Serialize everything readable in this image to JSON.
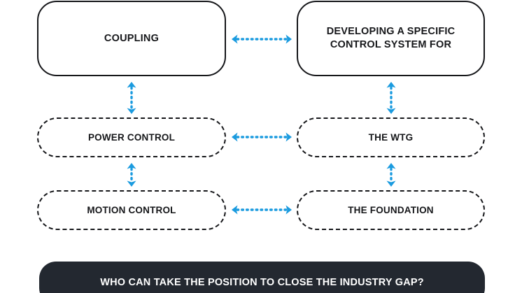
{
  "diagram": {
    "background_color": "#ffffff",
    "accent_color": "#1b9bdf",
    "outline_color": "#16171a",
    "footer_color": "#232830",
    "nodes": {
      "coupling": {
        "label": "COUPLING",
        "style": "solid"
      },
      "developing": {
        "line1": "DEVELOPING A SPECIFIC",
        "line2": "CONTROL SYSTEM FOR",
        "style": "solid"
      },
      "power_control": {
        "label": "POWER CONTROL",
        "style": "dashed"
      },
      "the_wtg": {
        "label": "THE WTG",
        "style": "dashed"
      },
      "motion_control": {
        "label": "MOTION CONTROL",
        "style": "dashed"
      },
      "the_foundation": {
        "label": "THE FOUNDATION",
        "style": "dashed"
      }
    },
    "connectors": [
      {
        "name": "coupling-to-developing",
        "orientation": "horizontal",
        "style": "dotted-double-arrow"
      },
      {
        "name": "power-control-to-the-wtg",
        "orientation": "horizontal",
        "style": "dotted-double-arrow"
      },
      {
        "name": "motion-control-to-the-foundation",
        "orientation": "horizontal",
        "style": "dotted-double-arrow"
      },
      {
        "name": "coupling-to-power-control",
        "orientation": "vertical",
        "style": "dotted-double-arrow"
      },
      {
        "name": "power-control-to-motion-control",
        "orientation": "vertical",
        "style": "dotted-double-arrow"
      },
      {
        "name": "developing-to-the-wtg",
        "orientation": "vertical",
        "style": "dotted-double-arrow"
      },
      {
        "name": "the-wtg-to-the-foundation",
        "orientation": "vertical",
        "style": "dotted-double-arrow"
      }
    ],
    "footer": {
      "text": "WHO CAN TAKE THE POSITION TO CLOSE THE INDUSTRY GAP?"
    }
  }
}
